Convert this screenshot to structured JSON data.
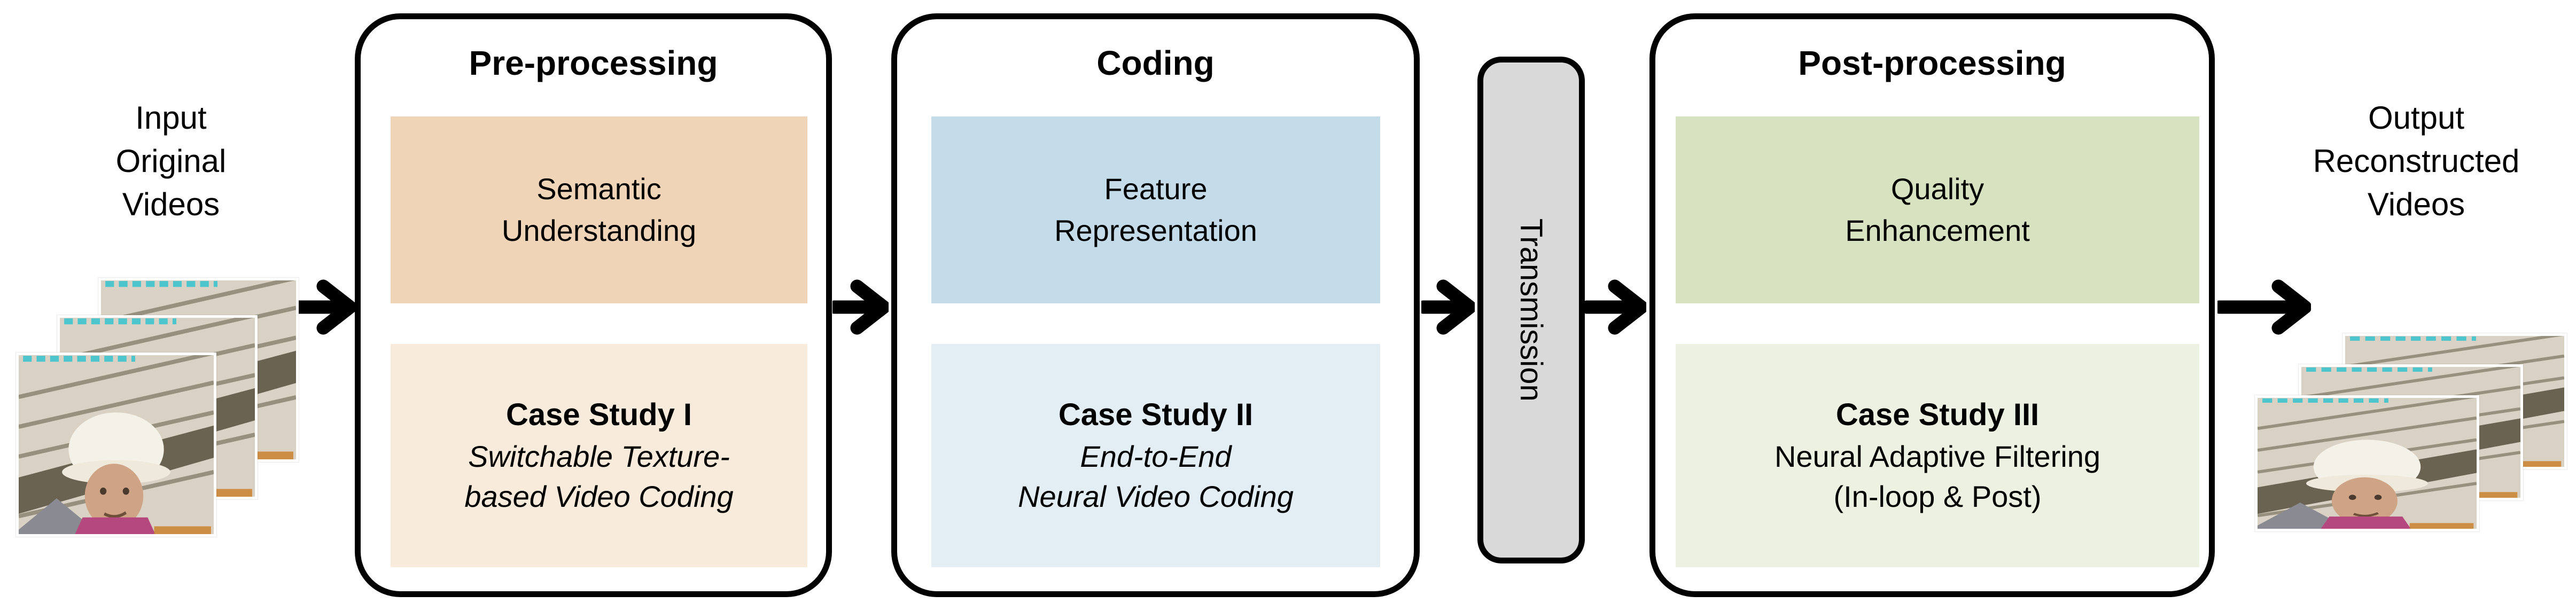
{
  "diagram": {
    "input_label": "Input\nOriginal\nVideos",
    "output_label": "Output\nReconstructed\nVideos",
    "transmission": {
      "label": "Transmission",
      "fill_color": "#D9D9D9"
    },
    "stages": [
      {
        "title": "Pre-processing",
        "main_block": "Semantic\nUnderstanding",
        "case_title": "Case Study I",
        "case_desc": "Switchable Texture-\nbased Video Coding",
        "main_color": "#F0D4B8",
        "case_color": "#F8EBDB"
      },
      {
        "title": "Coding",
        "main_block": "Feature\nRepresentation",
        "case_title": "Case Study II",
        "case_desc": "End-to-End\nNeural Video Coding",
        "main_color": "#C4DCE9",
        "case_color": "#E3EEF4"
      },
      {
        "title": "Post-processing",
        "main_block": "Quality\nEnhancement",
        "case_title": "Case Study III",
        "case_desc": "Neural Adaptive Filtering\n(In-loop & Post)",
        "main_color": "#D7E2C0",
        "case_color": "#EDF1E1"
      }
    ],
    "arrow_color": "#000000"
  }
}
